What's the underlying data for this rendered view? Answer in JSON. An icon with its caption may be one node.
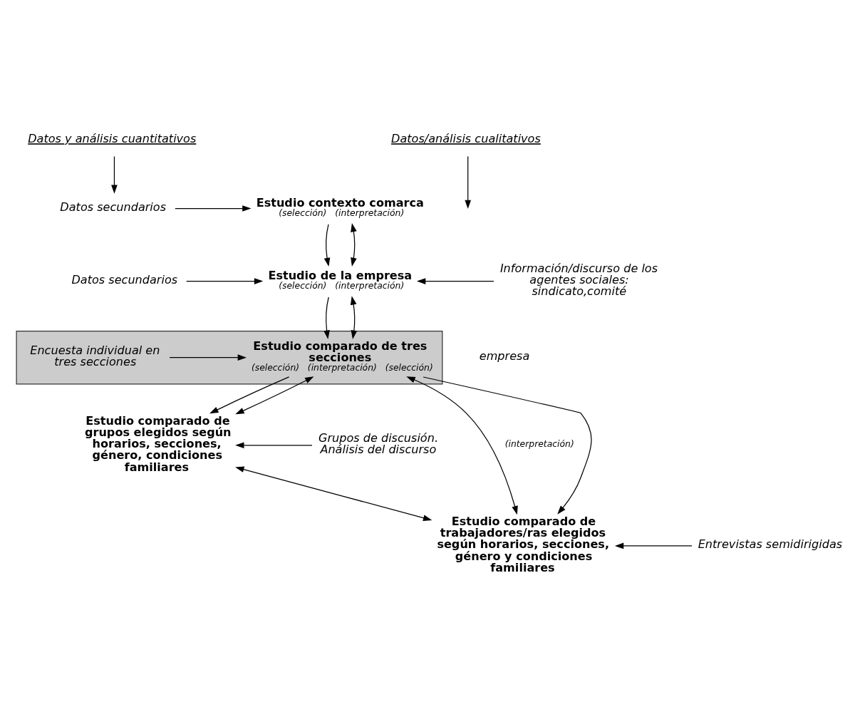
{
  "diagram": {
    "nodes": [
      {
        "text": [
          "Datos y análisis cuantitativos"
        ]
      },
      {
        "text": [
          "Datos/análisis cualitativos"
        ]
      },
      {
        "text": [
          "Datos secundarios"
        ]
      },
      {
        "text": [
          "Estudio contexto comarca"
        ],
        "beside": [
          "(selección)",
          "(interpretación)"
        ]
      },
      {
        "text": [
          "Datos secundarios"
        ]
      },
      {
        "text": [
          "Estudio de la empresa"
        ],
        "beside": [
          "(selección)",
          "(interpretación)"
        ]
      },
      {
        "text": [
          "Información/discurso de los agentes sociales:",
          "sindicato,comité"
        ]
      },
      {
        "text": [],
        "shape": "box"
      },
      {
        "text": [
          "Encuesta individual en tres secciones"
        ],
        "in": 7
      },
      {
        "text": [
          "Estudio comparado de tres secciones"
        ],
        "in": 7,
        "beside": [
          "(selección)",
          "(interpretación)",
          "(selección)"
        ]
      },
      {
        "text": [
          "Estudio comparado de grupos elegidos según horarios, secciones, género, condiciones familiares"
        ]
      },
      {
        "text": [
          "Grupos de discusión. Análisis del discurso"
        ]
      },
      {
        "text": [
          "Estudio comparado de trabajadores/ras elegidos según horarios, secciones, género y condiciones familiares"
        ]
      },
      {
        "text": [
          "Entrevistas semidirigidas"
        ]
      }
    ],
    "edges": [
      {
        "from": 0,
        "to": 2,
        "arrow": "to"
      },
      {
        "from": 1,
        "to": null,
        "arrow": "to"
      },
      {
        "from": 2,
        "to": 3,
        "arrow": "to"
      },
      {
        "from": 3,
        "to": 5,
        "arrow": "to"
      },
      {
        "from": 3,
        "to": 5,
        "arrow": "both"
      },
      {
        "from": 4,
        "to": 5,
        "arrow": "to"
      },
      {
        "from": 6,
        "to": 5,
        "arrow": "to"
      },
      {
        "from": 5,
        "to": 9,
        "arrow": "to"
      },
      {
        "from": 5,
        "to": 9,
        "arrow": "both"
      },
      {
        "from": 8,
        "to": 9,
        "arrow": "to"
      },
      {
        "from": 9,
        "to": 10,
        "arrow": "to"
      },
      {
        "from": 9,
        "to": 10,
        "arrow": "both"
      },
      {
        "from": 9,
        "to": 12,
        "arrow": "both",
        "label": "(interpretación)"
      },
      {
        "from": 9,
        "to": 12,
        "arrow": "to"
      },
      {
        "from": 11,
        "to": 10,
        "arrow": "to"
      },
      {
        "from": 10,
        "to": 12,
        "arrow": "both"
      },
      {
        "from": 13,
        "to": 12,
        "arrow": "to"
      }
    ],
    "labels": [
      "empresa"
    ]
  }
}
